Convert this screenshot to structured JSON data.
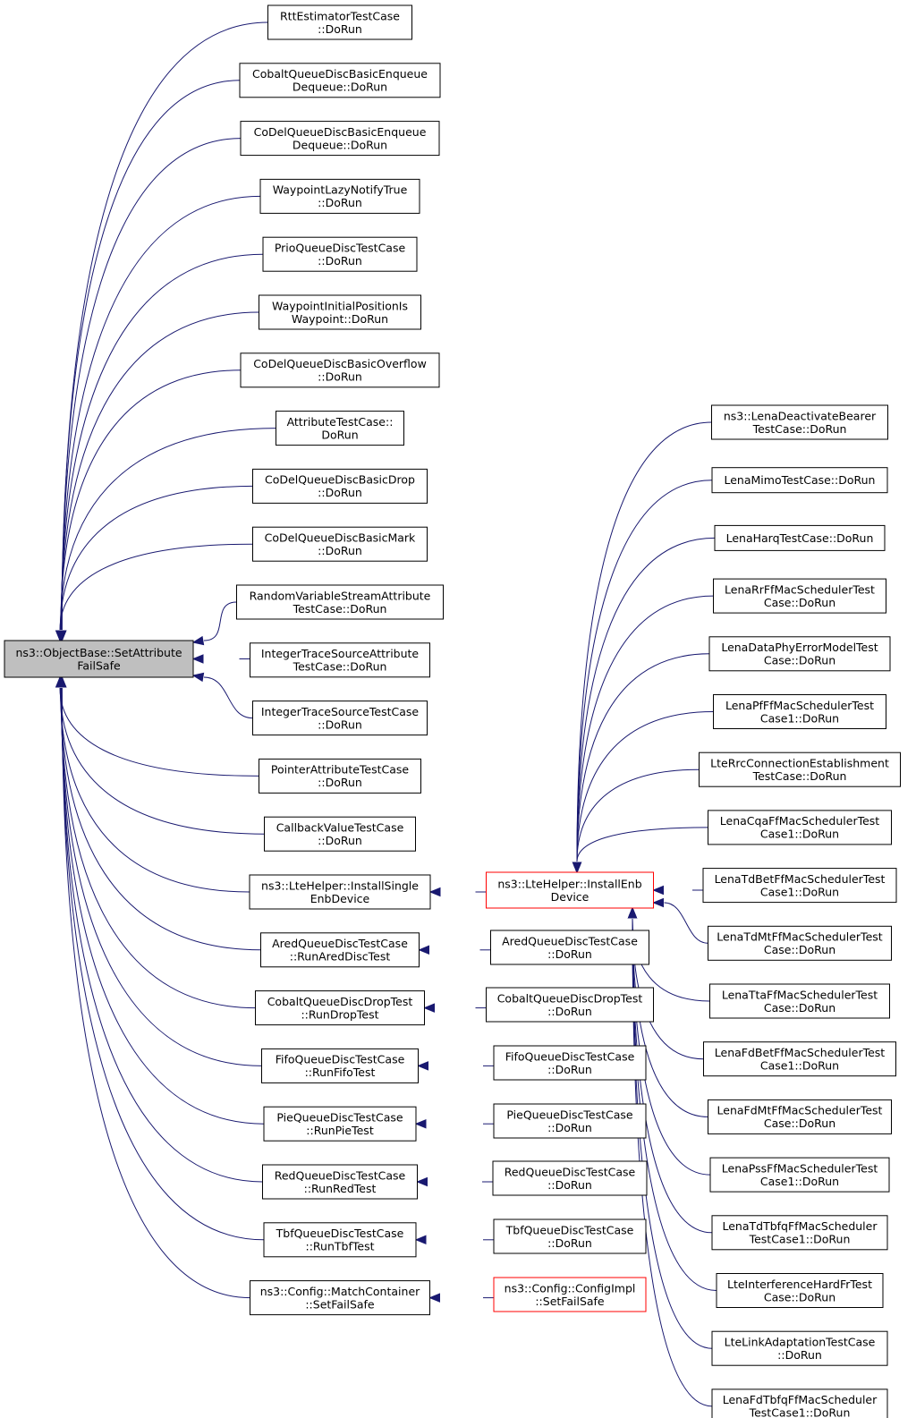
{
  "diagram": {
    "type": "call-graph",
    "root": {
      "id": "root",
      "lines": [
        "ns3::ObjectBase::SetAttribute",
        "FailSafe"
      ]
    },
    "column1": [
      {
        "id": "c1_0",
        "lines": [
          "RttEstimatorTestCase",
          "::DoRun"
        ]
      },
      {
        "id": "c1_1",
        "lines": [
          "CobaltQueueDiscBasicEnqueue",
          "Dequeue::DoRun"
        ]
      },
      {
        "id": "c1_2",
        "lines": [
          "CoDelQueueDiscBasicEnqueue",
          "Dequeue::DoRun"
        ]
      },
      {
        "id": "c1_3",
        "lines": [
          "WaypointLazyNotifyTrue",
          "::DoRun"
        ]
      },
      {
        "id": "c1_4",
        "lines": [
          "PrioQueueDiscTestCase",
          "::DoRun"
        ]
      },
      {
        "id": "c1_5",
        "lines": [
          "WaypointInitialPositionIs",
          "Waypoint::DoRun"
        ]
      },
      {
        "id": "c1_6",
        "lines": [
          "CoDelQueueDiscBasicOverflow",
          "::DoRun"
        ]
      },
      {
        "id": "c1_7",
        "lines": [
          "AttributeTestCase::",
          "DoRun"
        ]
      },
      {
        "id": "c1_8",
        "lines": [
          "CoDelQueueDiscBasicDrop",
          "::DoRun"
        ]
      },
      {
        "id": "c1_9",
        "lines": [
          "CoDelQueueDiscBasicMark",
          "::DoRun"
        ]
      },
      {
        "id": "c1_10",
        "lines": [
          "RandomVariableStreamAttribute",
          "TestCase::DoRun"
        ]
      },
      {
        "id": "c1_11",
        "lines": [
          "IntegerTraceSourceAttribute",
          "TestCase::DoRun"
        ]
      },
      {
        "id": "c1_12",
        "lines": [
          "IntegerTraceSourceTestCase",
          "::DoRun"
        ]
      },
      {
        "id": "c1_13",
        "lines": [
          "PointerAttributeTestCase",
          "::DoRun"
        ]
      },
      {
        "id": "c1_14",
        "lines": [
          "CallbackValueTestCase",
          "::DoRun"
        ]
      },
      {
        "id": "c1_15",
        "lines": [
          "ns3::LteHelper::InstallSingle",
          "EnbDevice"
        ]
      },
      {
        "id": "c1_16",
        "lines": [
          "AredQueueDiscTestCase",
          "::RunAredDiscTest"
        ]
      },
      {
        "id": "c1_17",
        "lines": [
          "CobaltQueueDiscDropTest",
          "::RunDropTest"
        ]
      },
      {
        "id": "c1_18",
        "lines": [
          "FifoQueueDiscTestCase",
          "::RunFifoTest"
        ]
      },
      {
        "id": "c1_19",
        "lines": [
          "PieQueueDiscTestCase",
          "::RunPieTest"
        ]
      },
      {
        "id": "c1_20",
        "lines": [
          "RedQueueDiscTestCase",
          "::RunRedTest"
        ]
      },
      {
        "id": "c1_21",
        "lines": [
          "TbfQueueDiscTestCase",
          "::RunTbfTest"
        ]
      },
      {
        "id": "c1_22",
        "lines": [
          "ns3::Config::MatchContainer",
          "::SetFailSafe"
        ]
      }
    ],
    "column2": [
      {
        "id": "c2_0",
        "lines": [
          "ns3::LteHelper::InstallEnb",
          "Device"
        ],
        "truncated": true
      },
      {
        "id": "c2_1",
        "lines": [
          "AredQueueDiscTestCase",
          "::DoRun"
        ]
      },
      {
        "id": "c2_2",
        "lines": [
          "CobaltQueueDiscDropTest",
          "::DoRun"
        ]
      },
      {
        "id": "c2_3",
        "lines": [
          "FifoQueueDiscTestCase",
          "::DoRun"
        ]
      },
      {
        "id": "c2_4",
        "lines": [
          "PieQueueDiscTestCase",
          "::DoRun"
        ]
      },
      {
        "id": "c2_5",
        "lines": [
          "RedQueueDiscTestCase",
          "::DoRun"
        ]
      },
      {
        "id": "c2_6",
        "lines": [
          "TbfQueueDiscTestCase",
          "::DoRun"
        ]
      },
      {
        "id": "c2_7",
        "lines": [
          "ns3::Config::ConfigImpl",
          "::SetFailSafe"
        ],
        "truncated": true
      }
    ],
    "column3": [
      {
        "id": "c3_0",
        "lines": [
          "ns3::LenaDeactivateBearer",
          "TestCase::DoRun"
        ]
      },
      {
        "id": "c3_1",
        "lines": [
          "LenaMimoTestCase::DoRun"
        ]
      },
      {
        "id": "c3_2",
        "lines": [
          "LenaHarqTestCase::DoRun"
        ]
      },
      {
        "id": "c3_3",
        "lines": [
          "LenaRrFfMacSchedulerTest",
          "Case::DoRun"
        ]
      },
      {
        "id": "c3_4",
        "lines": [
          "LenaDataPhyErrorModelTest",
          "Case::DoRun"
        ]
      },
      {
        "id": "c3_5",
        "lines": [
          "LenaPfFfMacSchedulerTest",
          "Case1::DoRun"
        ]
      },
      {
        "id": "c3_6",
        "lines": [
          "LteRrcConnectionEstablishment",
          "TestCase::DoRun"
        ]
      },
      {
        "id": "c3_7",
        "lines": [
          "LenaCqaFfMacSchedulerTest",
          "Case1::DoRun"
        ]
      },
      {
        "id": "c3_8",
        "lines": [
          "LenaTdBetFfMacSchedulerTest",
          "Case1::DoRun"
        ]
      },
      {
        "id": "c3_9",
        "lines": [
          "LenaTdMtFfMacSchedulerTest",
          "Case::DoRun"
        ]
      },
      {
        "id": "c3_10",
        "lines": [
          "LenaTtaFfMacSchedulerTest",
          "Case::DoRun"
        ]
      },
      {
        "id": "c3_11",
        "lines": [
          "LenaFdBetFfMacSchedulerTest",
          "Case1::DoRun"
        ]
      },
      {
        "id": "c3_12",
        "lines": [
          "LenaFdMtFfMacSchedulerTest",
          "Case::DoRun"
        ]
      },
      {
        "id": "c3_13",
        "lines": [
          "LenaPssFfMacSchedulerTest",
          "Case1::DoRun"
        ]
      },
      {
        "id": "c3_14",
        "lines": [
          "LenaTdTbfqFfMacScheduler",
          "TestCase1::DoRun"
        ]
      },
      {
        "id": "c3_15",
        "lines": [
          "LteInterferenceHardFrTest",
          "Case::DoRun"
        ]
      },
      {
        "id": "c3_16",
        "lines": [
          "LteLinkAdaptationTestCase",
          "::DoRun"
        ]
      },
      {
        "id": "c3_17",
        "lines": [
          "LenaFdTbfqFfMacScheduler",
          "TestCase1::DoRun"
        ]
      }
    ],
    "edges": [
      [
        "c1_0",
        "root"
      ],
      [
        "c1_1",
        "root"
      ],
      [
        "c1_2",
        "root"
      ],
      [
        "c1_3",
        "root"
      ],
      [
        "c1_4",
        "root"
      ],
      [
        "c1_5",
        "root"
      ],
      [
        "c1_6",
        "root"
      ],
      [
        "c1_7",
        "root"
      ],
      [
        "c1_8",
        "root"
      ],
      [
        "c1_9",
        "root"
      ],
      [
        "c1_10",
        "root"
      ],
      [
        "c1_11",
        "root"
      ],
      [
        "c1_12",
        "root"
      ],
      [
        "c1_13",
        "root"
      ],
      [
        "c1_14",
        "root"
      ],
      [
        "c1_15",
        "root"
      ],
      [
        "c1_16",
        "root"
      ],
      [
        "c1_17",
        "root"
      ],
      [
        "c1_18",
        "root"
      ],
      [
        "c1_19",
        "root"
      ],
      [
        "c1_20",
        "root"
      ],
      [
        "c1_21",
        "root"
      ],
      [
        "c1_22",
        "root"
      ],
      [
        "c2_0",
        "c1_15"
      ],
      [
        "c2_1",
        "c1_16"
      ],
      [
        "c2_2",
        "c1_17"
      ],
      [
        "c2_3",
        "c1_18"
      ],
      [
        "c2_4",
        "c1_19"
      ],
      [
        "c2_5",
        "c1_20"
      ],
      [
        "c2_6",
        "c1_21"
      ],
      [
        "c2_7",
        "c1_22"
      ],
      [
        "c3_0",
        "c2_0"
      ],
      [
        "c3_1",
        "c2_0"
      ],
      [
        "c3_2",
        "c2_0"
      ],
      [
        "c3_3",
        "c2_0"
      ],
      [
        "c3_4",
        "c2_0"
      ],
      [
        "c3_5",
        "c2_0"
      ],
      [
        "c3_6",
        "c2_0"
      ],
      [
        "c3_7",
        "c2_0"
      ],
      [
        "c3_8",
        "c2_0"
      ],
      [
        "c3_9",
        "c2_0"
      ],
      [
        "c3_10",
        "c2_0"
      ],
      [
        "c3_11",
        "c2_0"
      ],
      [
        "c3_12",
        "c2_0"
      ],
      [
        "c3_13",
        "c2_0"
      ],
      [
        "c3_14",
        "c2_0"
      ],
      [
        "c3_15",
        "c2_0"
      ],
      [
        "c3_16",
        "c2_0"
      ],
      [
        "c3_17",
        "c2_0"
      ]
    ],
    "colors": {
      "edge": "#191970",
      "root_fill": "#bfbfbf",
      "truncated_border": "#ff0000",
      "node_border": "#000000"
    }
  }
}
